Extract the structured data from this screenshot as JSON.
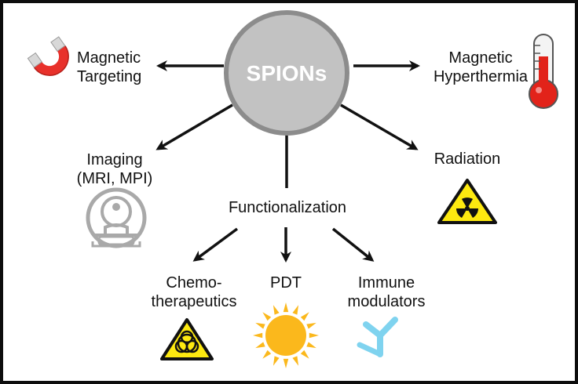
{
  "center": {
    "label": "SPIONs"
  },
  "nodes": {
    "targeting": {
      "line1": "Magnetic",
      "line2": "Targeting",
      "icon": "magnet-icon"
    },
    "hyperthermia": {
      "line1": "Magnetic",
      "line2": "Hyperthermia",
      "icon": "thermometer-icon"
    },
    "imaging": {
      "line1": "Imaging",
      "line2": "(MRI, MPI)",
      "icon": "mri-scanner-icon"
    },
    "radiation": {
      "label": "Radiation",
      "icon": "radiation-warning-icon"
    },
    "functionalization": {
      "label": "Functionalization"
    },
    "chemo": {
      "line1": "Chemo-",
      "line2": "therapeutics",
      "icon": "biohazard-warning-icon"
    },
    "pdt": {
      "label": "PDT",
      "icon": "sun-icon"
    },
    "immune": {
      "line1": "Immune",
      "line2": "modulators",
      "icon": "antibody-icon"
    }
  },
  "colors": {
    "frame": "#0d0d0d",
    "circle_fill": "#c2c2c2",
    "circle_stroke": "#8c8c8c",
    "arrow": "#111111",
    "magnet_red": "#e8312b",
    "thermometer_red": "#e2231a",
    "warning_yellow": "#fde910",
    "sun_yellow": "#fbb81c",
    "antibody_blue": "#7fd3ef",
    "scanner_gray": "#a9a9a9"
  }
}
